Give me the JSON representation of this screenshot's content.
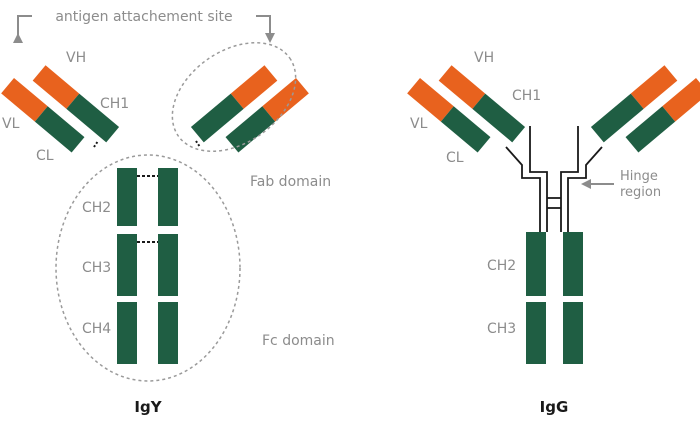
{
  "colors": {
    "heavy_variable": "#e8621e",
    "constant": "#1f5e43",
    "label": "#8c8c8c",
    "hinge": "#1a1a1a",
    "dashed_outline": "#9a9a9a"
  },
  "annotations": {
    "antigen_site": "antigen attachement site",
    "fab_domain": "Fab domain",
    "fc_domain": "Fc domain",
    "hinge_line1": "Hinge",
    "hinge_line2": "region"
  },
  "igy": {
    "title": "IgY",
    "labels": {
      "vh": "VH",
      "ch1": "CH1",
      "vl": "VL",
      "cl": "CL",
      "ch2": "CH2",
      "ch3": "CH3",
      "ch4": "CH4"
    }
  },
  "igg": {
    "title": "IgG",
    "labels": {
      "vh": "VH",
      "ch1": "CH1",
      "vl": "VL",
      "cl": "CL",
      "ch2": "CH2",
      "ch3": "CH3"
    }
  }
}
